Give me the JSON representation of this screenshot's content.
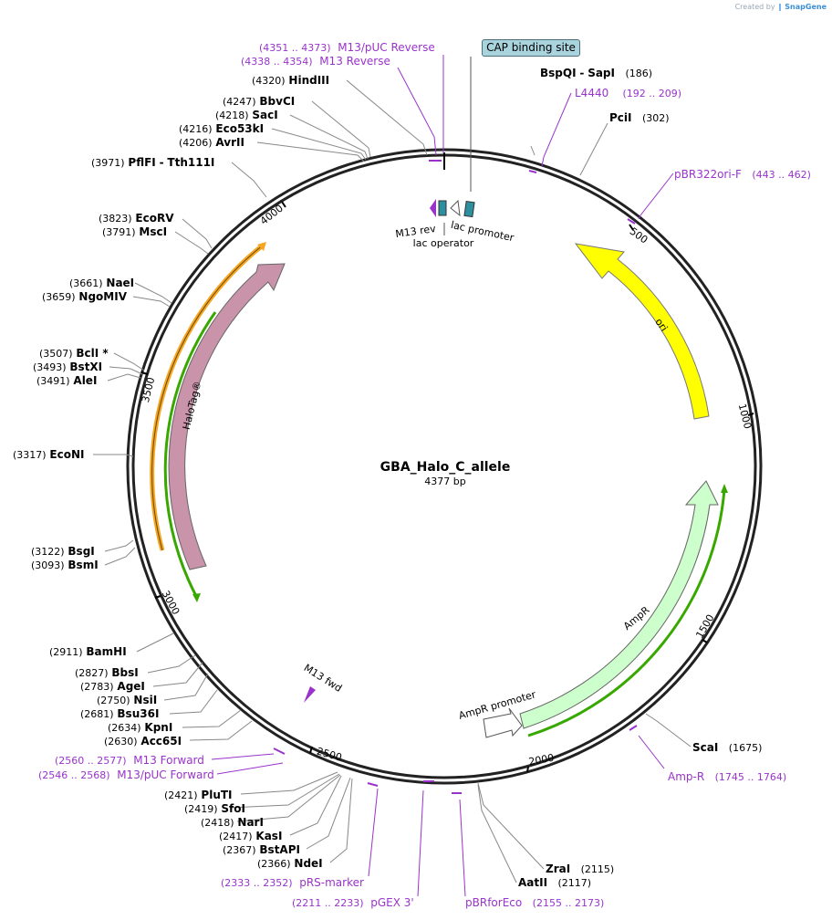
{
  "credit": {
    "prefix": "Created by",
    "brand": "SnapGene"
  },
  "plasmid": {
    "name": "GBA_Halo_C_allele",
    "size_label": "4377 bp",
    "length": 4377
  },
  "ticks": [
    "500",
    "1000",
    "1500",
    "2000",
    "2500",
    "3000",
    "3500",
    "4000"
  ],
  "features": {
    "ori": "ori",
    "ampr": "AmpR",
    "ampr_promoter": "AmpR promoter",
    "halotag": "HaloTag®",
    "m13_rev": "M13 rev",
    "lac_promoter": "lac promoter",
    "lac_operator": "lac operator",
    "m13_fwd": "M13 fwd",
    "cap": "CAP binding site"
  },
  "enzymes": {
    "hindiii": {
      "pos": "(4320)",
      "name": "HindIII"
    },
    "bbvci": {
      "pos": "(4247)",
      "name": "BbvCI"
    },
    "saci": {
      "pos": "(4218)",
      "name": "SacI"
    },
    "eco53ki": {
      "pos": "(4216)",
      "name": "Eco53kI"
    },
    "avrii": {
      "pos": "(4206)",
      "name": "AvrII"
    },
    "pflfi": {
      "pos": "(3971)",
      "name": "PflFI",
      "name2": "Tth111I"
    },
    "ecorv": {
      "pos": "(3823)",
      "name": "EcoRV"
    },
    "msci": {
      "pos": "(3791)",
      "name": "MscI"
    },
    "naei": {
      "pos": "(3661)",
      "name": "NaeI"
    },
    "ngomiv": {
      "pos": "(3659)",
      "name": "NgoMIV"
    },
    "bcli": {
      "pos": "(3507)",
      "name": "BclI *"
    },
    "bstxi": {
      "pos": "(3493)",
      "name": "BstXI"
    },
    "alei": {
      "pos": "(3491)",
      "name": "AleI"
    },
    "econi": {
      "pos": "(3317)",
      "name": "EcoNI"
    },
    "bsgi": {
      "pos": "(3122)",
      "name": "BsgI"
    },
    "bsmi": {
      "pos": "(3093)",
      "name": "BsmI"
    },
    "bamhi": {
      "pos": "(2911)",
      "name": "BamHI"
    },
    "bbsi": {
      "pos": "(2827)",
      "name": "BbsI"
    },
    "agei": {
      "pos": "(2783)",
      "name": "AgeI"
    },
    "nsii": {
      "pos": "(2750)",
      "name": "NsiI"
    },
    "bsu36i": {
      "pos": "(2681)",
      "name": "Bsu36I"
    },
    "kpni": {
      "pos": "(2634)",
      "name": "KpnI"
    },
    "acc65i": {
      "pos": "(2630)",
      "name": "Acc65I"
    },
    "pluti": {
      "pos": "(2421)",
      "name": "PluTI"
    },
    "sfoi": {
      "pos": "(2419)",
      "name": "SfoI"
    },
    "nari": {
      "pos": "(2418)",
      "name": "NarI"
    },
    "kasi": {
      "pos": "(2417)",
      "name": "KasI"
    },
    "bstapi": {
      "pos": "(2367)",
      "name": "BstAPI"
    },
    "ndei": {
      "pos": "(2366)",
      "name": "NdeI"
    },
    "bspqi": {
      "pos": "(186)",
      "name": "BspQI",
      "name2": "SapI"
    },
    "pcii": {
      "pos": "(302)",
      "name": "PciI"
    },
    "scai": {
      "pos": "(1675)",
      "name": "ScaI"
    },
    "zrai": {
      "pos": "(2115)",
      "name": "ZraI"
    },
    "aatii": {
      "pos": "(2117)",
      "name": "AatII"
    }
  },
  "primers": {
    "m13puc_rev": {
      "range": "(4351 .. 4373)",
      "name": "M13/pUC Reverse"
    },
    "m13_reverse": {
      "range": "(4338 .. 4354)",
      "name": "M13 Reverse"
    },
    "l4440": {
      "range": "(192 .. 209)",
      "name": "L4440"
    },
    "pbr322ori": {
      "range": "(443 .. 462)",
      "name": "pBR322ori-F"
    },
    "ampr_primer": {
      "range": "(1745 .. 1764)",
      "name": "Amp-R"
    },
    "m13_forward": {
      "range": "(2560 .. 2577)",
      "name": "M13 Forward"
    },
    "m13puc_fwd": {
      "range": "(2546 .. 2568)",
      "name": "M13/pUC Forward"
    },
    "prs": {
      "range": "(2333 .. 2352)",
      "name": "pRS-marker"
    },
    "pgex": {
      "range": "(2211 .. 2233)",
      "name": "pGEX 3'"
    },
    "pbrforeco": {
      "range": "(2155 .. 2173)",
      "name": "pBRforEco"
    }
  },
  "colors": {
    "backbone": "#222222",
    "ori": "#ffff00",
    "ampr": "#ccffcc",
    "halotag": "#c993aa",
    "orf_green": "#38a800",
    "orf_orange": "#f5a623",
    "primer": "#9933cc",
    "cap": "#a9d4de",
    "lac": "#2e8fa0"
  }
}
